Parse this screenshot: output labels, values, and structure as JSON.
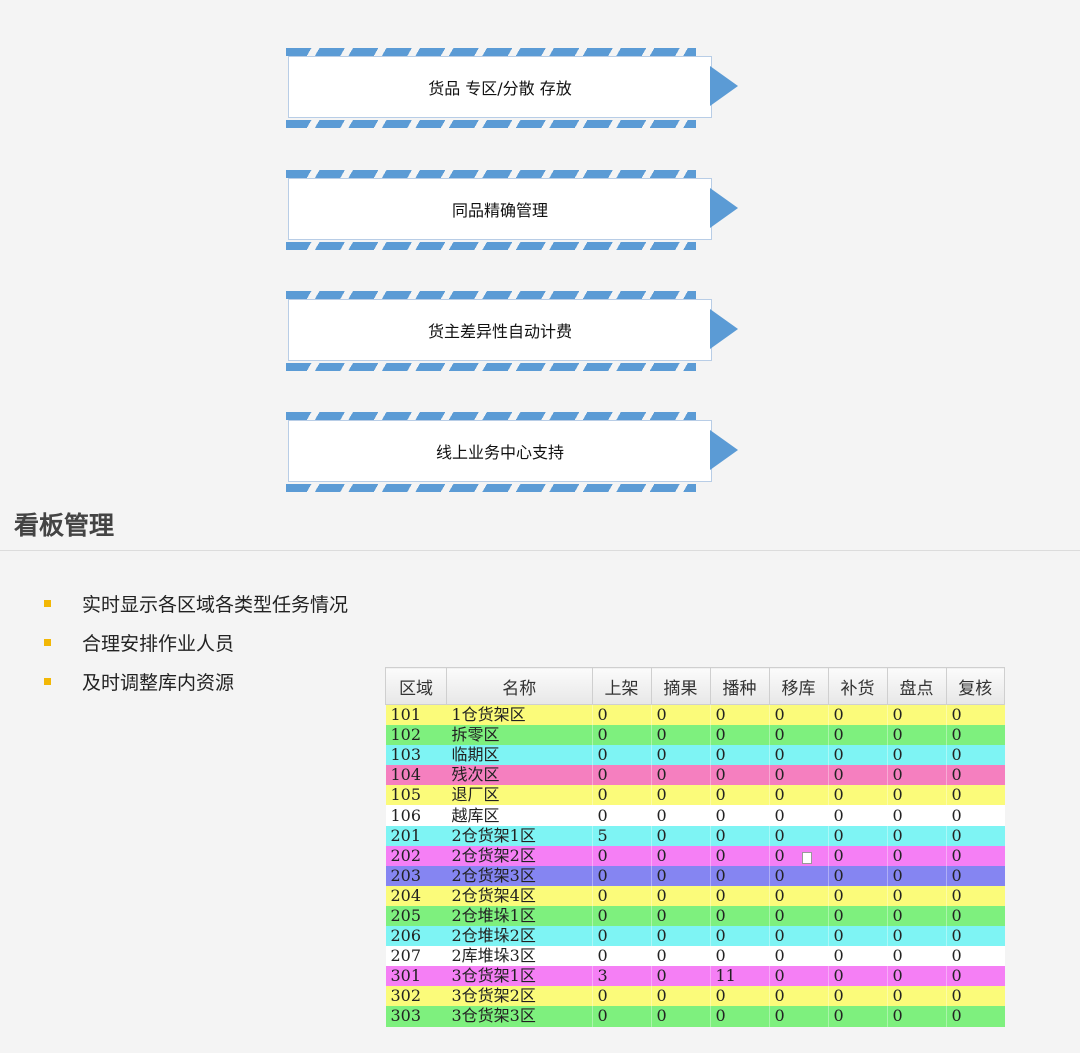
{
  "features": [
    {
      "label": "货品 专区/分散 存放"
    },
    {
      "label": "同品精确管理"
    },
    {
      "label": "货主差异性自动计费"
    },
    {
      "label": "线上业务中心支持"
    }
  ],
  "section": {
    "title": "看板管理"
  },
  "bullets": [
    {
      "text": "实时显示各区域各类型任务情况"
    },
    {
      "text": "合理安排作业人员"
    },
    {
      "text": "及时调整库内资源"
    }
  ],
  "board": {
    "headers": [
      "区域",
      "名称",
      "上架",
      "摘果",
      "播种",
      "移库",
      "补货",
      "盘点",
      "复核"
    ],
    "rows": [
      {
        "cells": [
          "101",
          "1仓货架区",
          "0",
          "0",
          "0",
          "0",
          "0",
          "0",
          "0"
        ],
        "color": "#fbfb7a"
      },
      {
        "cells": [
          "102",
          "拆零区",
          "0",
          "0",
          "0",
          "0",
          "0",
          "0",
          "0"
        ],
        "color": "#7ef07e"
      },
      {
        "cells": [
          "103",
          "临期区",
          "0",
          "0",
          "0",
          "0",
          "0",
          "0",
          "0"
        ],
        "color": "#7ef4f4"
      },
      {
        "cells": [
          "104",
          "残次区",
          "0",
          "0",
          "0",
          "0",
          "0",
          "0",
          "0"
        ],
        "color": "#f57fbf"
      },
      {
        "cells": [
          "105",
          "退厂区",
          "0",
          "0",
          "0",
          "0",
          "0",
          "0",
          "0"
        ],
        "color": "#fbfb7a"
      },
      {
        "cells": [
          "106",
          "越库区",
          "0",
          "0",
          "0",
          "0",
          "0",
          "0",
          "0"
        ],
        "color": "#ffffff"
      },
      {
        "cells": [
          "201",
          "2仓货架1区",
          "5",
          "0",
          "0",
          "0",
          "0",
          "0",
          "0"
        ],
        "color": "#7ef4f4"
      },
      {
        "cells": [
          "202",
          "2仓货架2区",
          "0",
          "0",
          "0",
          "0",
          "0",
          "0",
          "0"
        ],
        "color": "#f57ff5"
      },
      {
        "cells": [
          "203",
          "2仓货架3区",
          "0",
          "0",
          "0",
          "0",
          "0",
          "0",
          "0"
        ],
        "color": "#8585f2"
      },
      {
        "cells": [
          "204",
          "2仓货架4区",
          "0",
          "0",
          "0",
          "0",
          "0",
          "0",
          "0"
        ],
        "color": "#fbfb7a"
      },
      {
        "cells": [
          "205",
          "2仓堆垛1区",
          "0",
          "0",
          "0",
          "0",
          "0",
          "0",
          "0"
        ],
        "color": "#7ef07e"
      },
      {
        "cells": [
          "206",
          "2仓堆垛2区",
          "0",
          "0",
          "0",
          "0",
          "0",
          "0",
          "0"
        ],
        "color": "#7ef4f4"
      },
      {
        "cells": [
          "207",
          "2库堆垛3区",
          "0",
          "0",
          "0",
          "0",
          "0",
          "0",
          "0"
        ],
        "color": "#ffffff"
      },
      {
        "cells": [
          "301",
          "3仓货架1区",
          "3",
          "0",
          "11",
          "0",
          "0",
          "0",
          "0"
        ],
        "color": "#f57ff5"
      },
      {
        "cells": [
          "302",
          "3仓货架2区",
          "0",
          "0",
          "0",
          "0",
          "0",
          "0",
          "0"
        ],
        "color": "#fbfb7a"
      },
      {
        "cells": [
          "303",
          "3仓货架3区",
          "0",
          "0",
          "0",
          "0",
          "0",
          "0",
          "0"
        ],
        "color": "#7ef07e"
      }
    ]
  },
  "colors": {
    "arrow_blue": "#5b9bd5",
    "bullet_yellow": "#f2b705"
  }
}
